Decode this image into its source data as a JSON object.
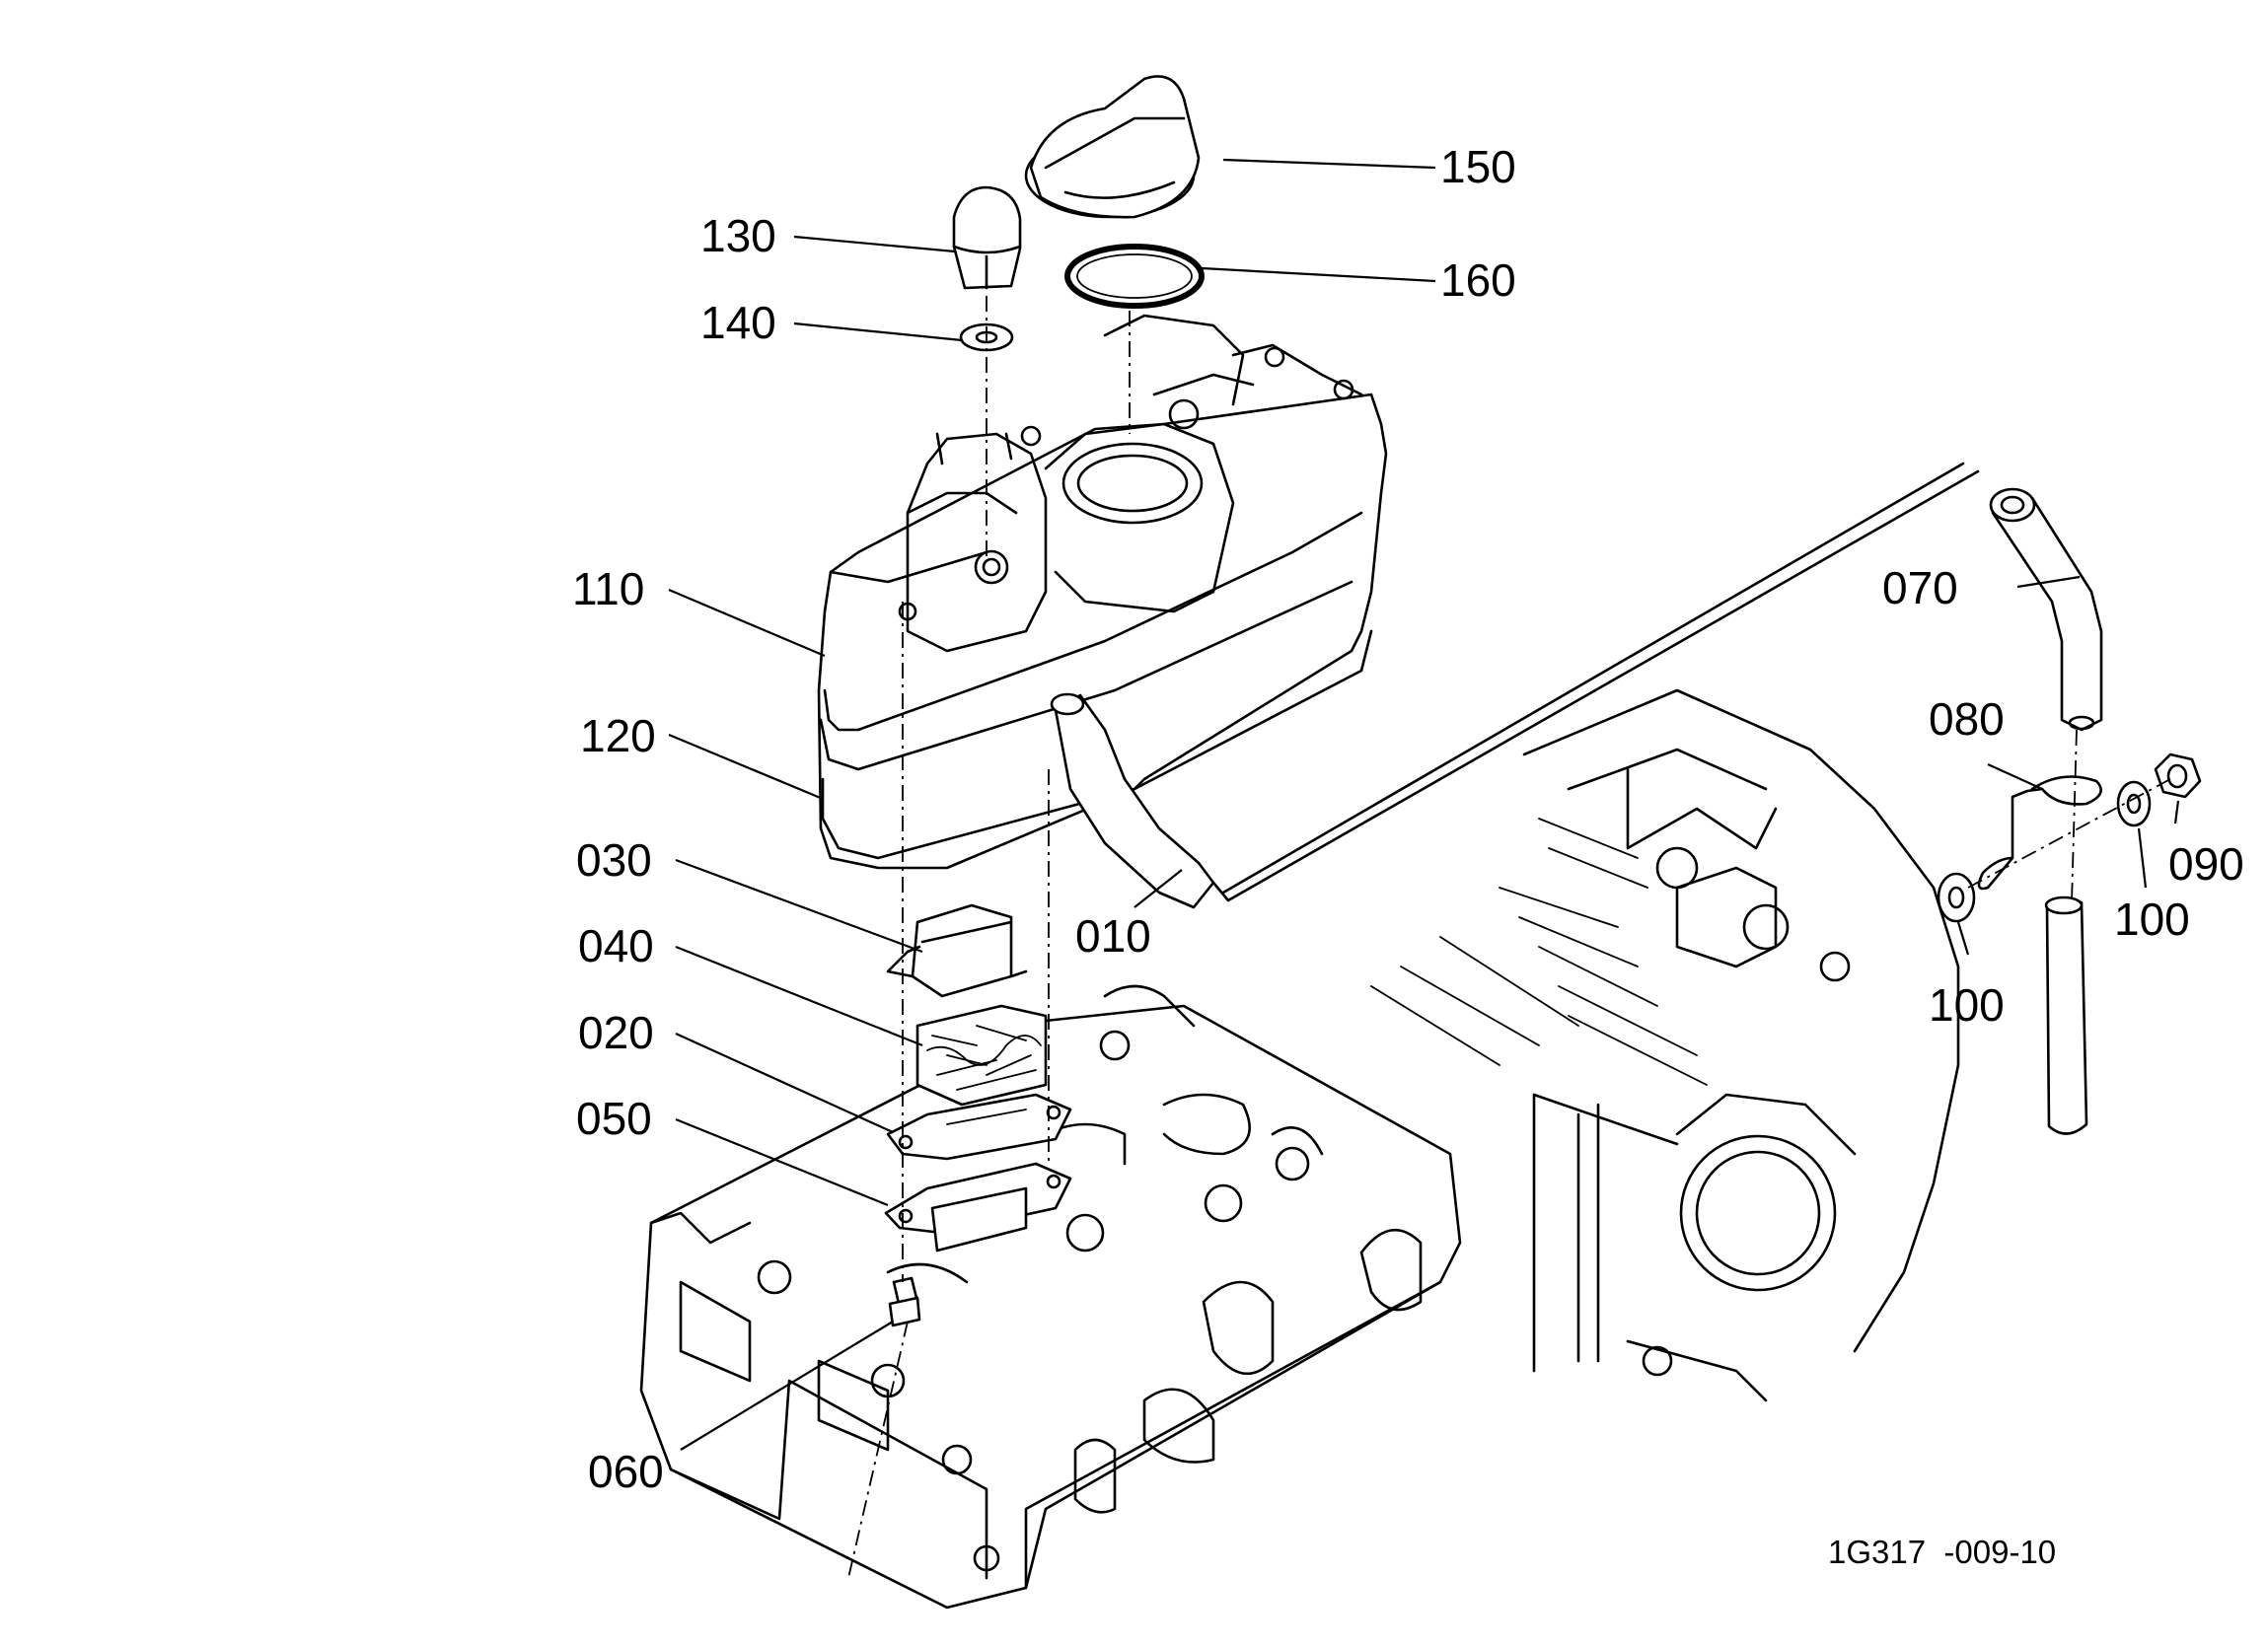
{
  "diagram": {
    "drawing_code": "1G317  -009-10",
    "callouts": [
      {
        "id": "c150",
        "text": "150"
      },
      {
        "id": "c160",
        "text": "160"
      },
      {
        "id": "c130",
        "text": "130"
      },
      {
        "id": "c140",
        "text": "140"
      },
      {
        "id": "c110",
        "text": "110"
      },
      {
        "id": "c120",
        "text": "120"
      },
      {
        "id": "c030",
        "text": "030"
      },
      {
        "id": "c040",
        "text": "040"
      },
      {
        "id": "c020",
        "text": "020"
      },
      {
        "id": "c050",
        "text": "050"
      },
      {
        "id": "c060",
        "text": "060"
      },
      {
        "id": "c010",
        "text": "010"
      },
      {
        "id": "c070",
        "text": "070"
      },
      {
        "id": "c080",
        "text": "080"
      },
      {
        "id": "c090",
        "text": "090"
      },
      {
        "id": "c100a",
        "text": "100"
      },
      {
        "id": "c100b",
        "text": "100"
      }
    ]
  }
}
